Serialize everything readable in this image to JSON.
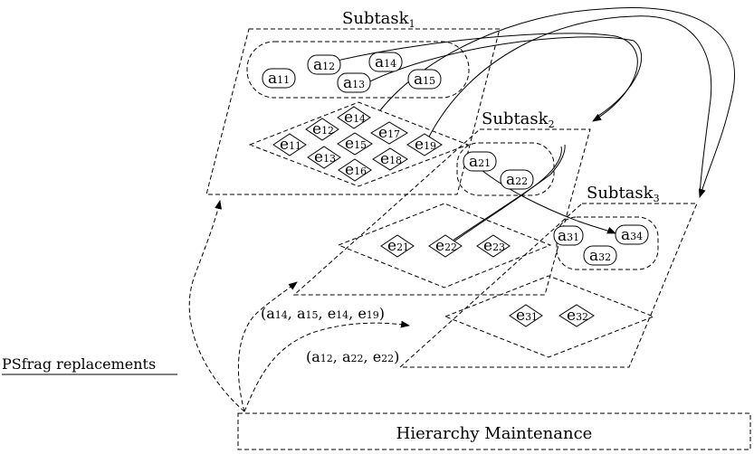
{
  "subtasks": [
    {
      "label": "Subtask",
      "index": "1"
    },
    {
      "label": "Subtask",
      "index": "2"
    },
    {
      "label": "Subtask",
      "index": "3"
    }
  ],
  "actions": {
    "a11": {
      "base": "a",
      "sub": "11"
    },
    "a12": {
      "base": "a",
      "sub": "12"
    },
    "a13": {
      "base": "a",
      "sub": "13"
    },
    "a14": {
      "base": "a",
      "sub": "14"
    },
    "a15": {
      "base": "a",
      "sub": "15"
    },
    "a21": {
      "base": "a",
      "sub": "21"
    },
    "a22": {
      "base": "a",
      "sub": "22"
    },
    "a31": {
      "base": "a",
      "sub": "31"
    },
    "a32": {
      "base": "a",
      "sub": "32"
    },
    "a34": {
      "base": "a",
      "sub": "34"
    }
  },
  "events": {
    "e11": {
      "base": "e",
      "sub": "11"
    },
    "e12": {
      "base": "e",
      "sub": "12"
    },
    "e13": {
      "base": "e",
      "sub": "13"
    },
    "e14": {
      "base": "e",
      "sub": "14"
    },
    "e15": {
      "base": "e",
      "sub": "15"
    },
    "e16": {
      "base": "e",
      "sub": "16"
    },
    "e17": {
      "base": "e",
      "sub": "17"
    },
    "e18": {
      "base": "e",
      "sub": "18"
    },
    "e19": {
      "base": "e",
      "sub": "19"
    },
    "e21": {
      "base": "e",
      "sub": "21"
    },
    "e22": {
      "base": "e",
      "sub": "22"
    },
    "e23": {
      "base": "e",
      "sub": "23"
    },
    "e31": {
      "base": "e",
      "sub": "31"
    },
    "e32": {
      "base": "e",
      "sub": "32"
    }
  },
  "tuples": {
    "t1": {
      "open": "(",
      "items": [
        {
          "base": "a",
          "sub": "14",
          "sep": ", "
        },
        {
          "base": "a",
          "sub": "15",
          "sep": ", "
        },
        {
          "base": "e",
          "sub": "14",
          "sep": ", "
        },
        {
          "base": "e",
          "sub": "19",
          "sep": ""
        }
      ],
      "close": ")"
    },
    "t2": {
      "open": "(",
      "items": [
        {
          "base": "a",
          "sub": "12",
          "sep": ", "
        },
        {
          "base": "a",
          "sub": "22",
          "sep": ", "
        },
        {
          "base": "e",
          "sub": "22",
          "sep": ""
        }
      ],
      "close": ")"
    }
  },
  "psfrag_label": "PSfrag replacements",
  "hierarchy_label": "Hierarchy Maintenance"
}
